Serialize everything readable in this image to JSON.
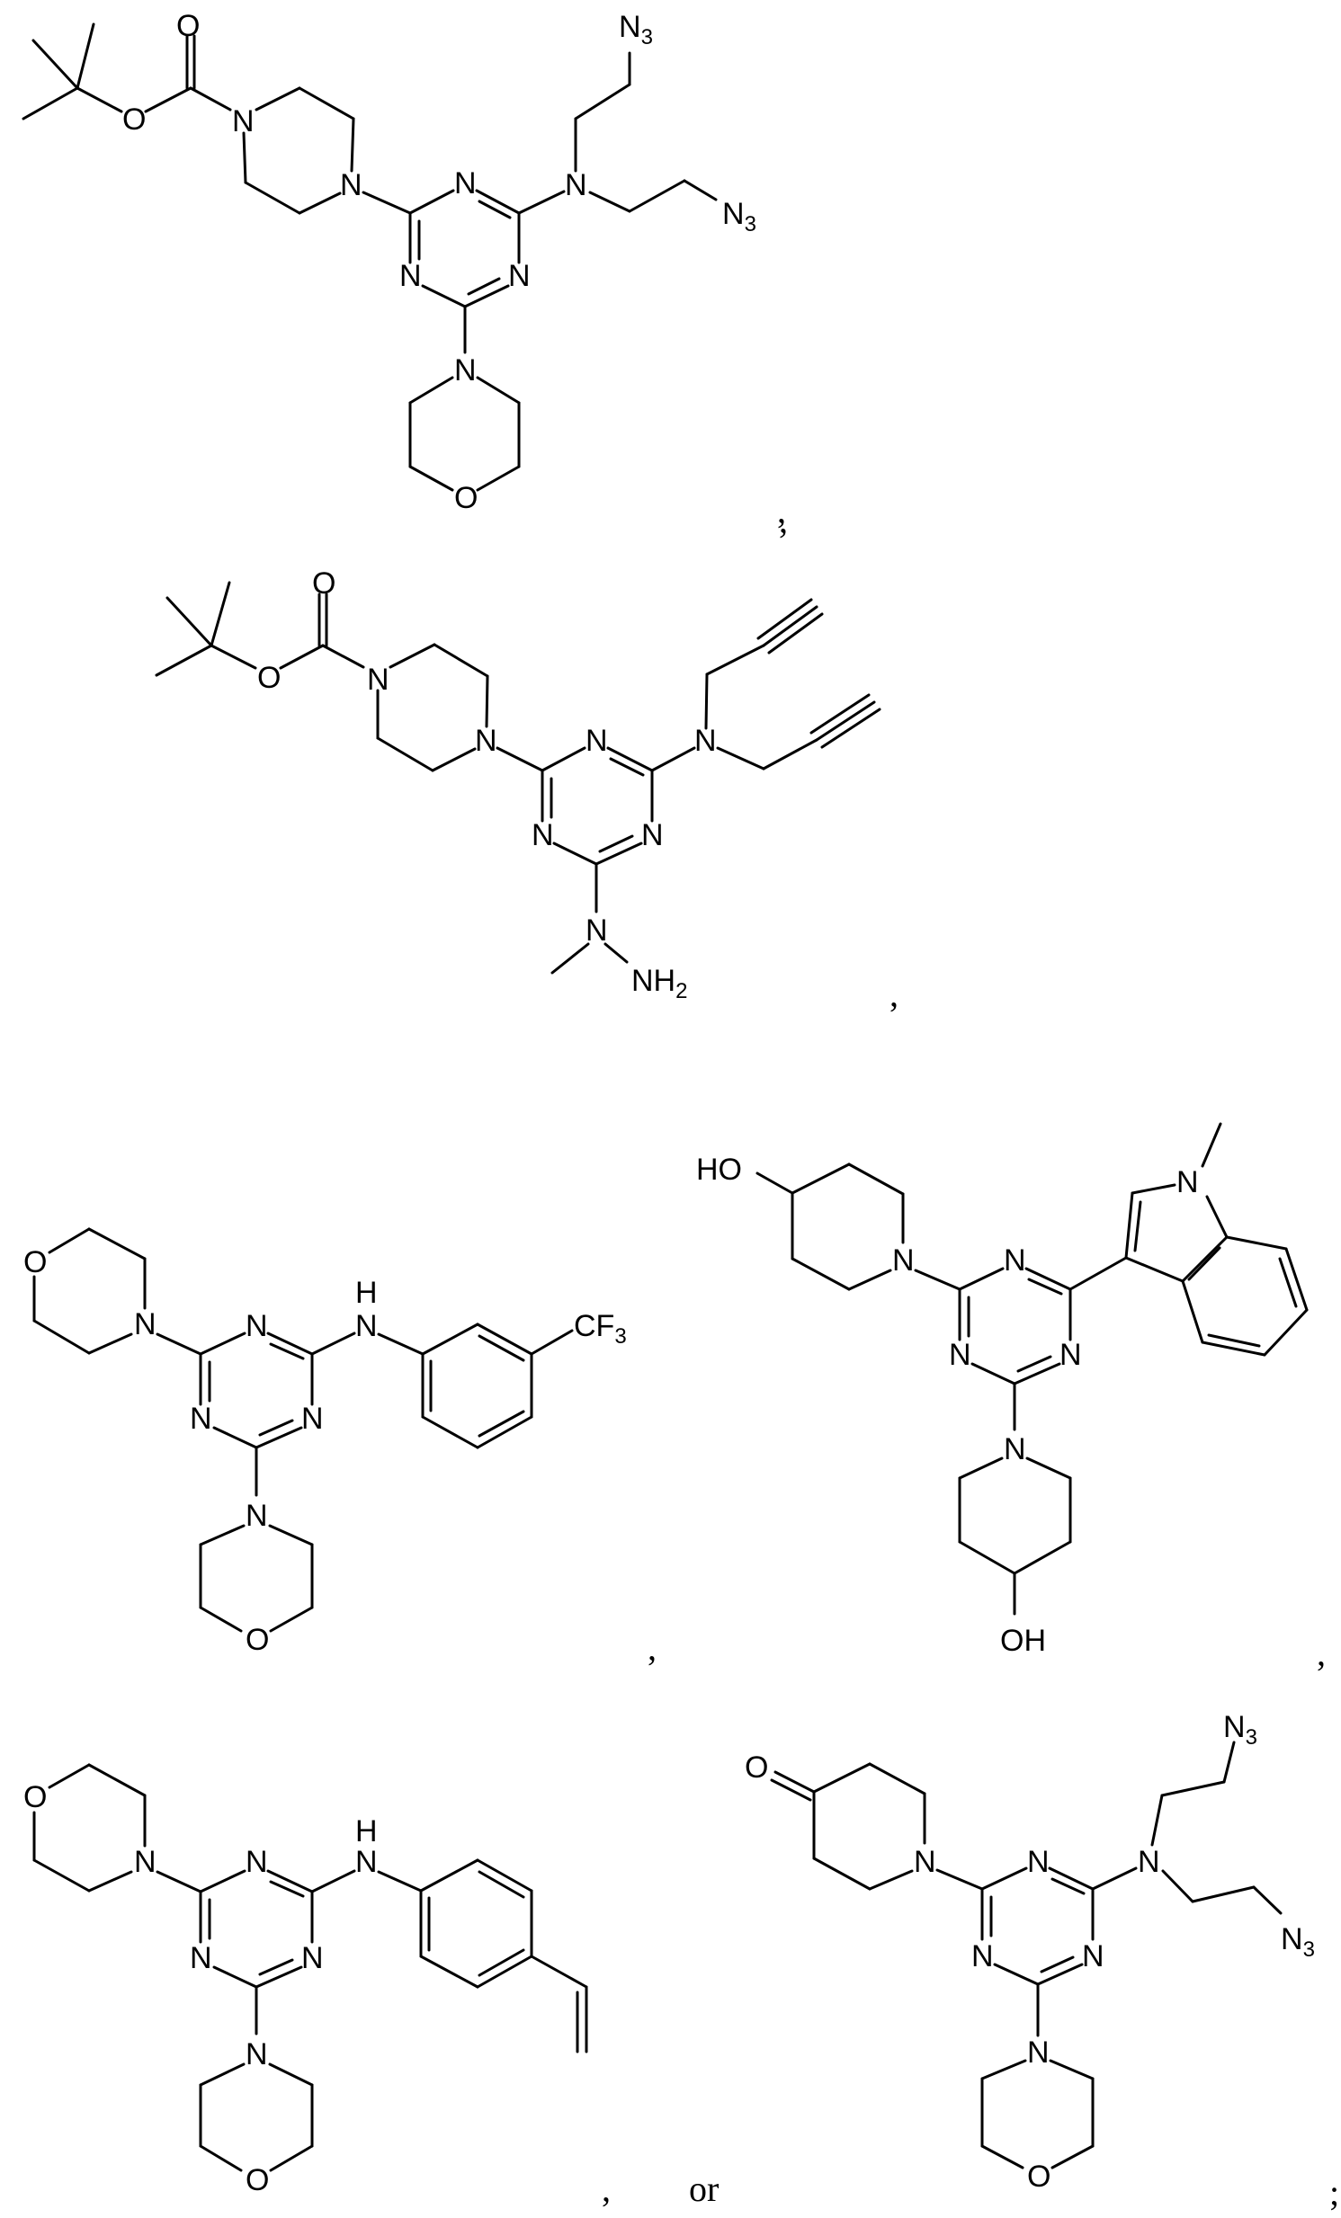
{
  "page": {
    "title": "Triazine compound structures",
    "type": "patent chemical structure listing"
  },
  "structures": [
    {
      "id": 1,
      "name": "tert-butyl 4-(4-(bis(2-azidoethyl)amino)-6-morpholino-1,3,5-triazin-2-yl)piperazine-1-carboxylate",
      "atom_labels": {
        "o_carbonyl": "O",
        "o_ester": "O",
        "n_pip1": "N",
        "n_pip4": "N",
        "n_tri_a": "N",
        "n_tri_b": "N",
        "n_tri_c": "N",
        "n_amine": "N",
        "azide1": "N",
        "azide1_sub": "3",
        "azide2": "N",
        "azide2_sub": "3",
        "n_morph": "N",
        "o_morph": "O"
      },
      "separator": ","
    },
    {
      "id": 2,
      "name": "tert-butyl 4-(4-(di(prop-2-yn-1-yl)amino)-6-(1-methylhydrazinyl)-1,3,5-triazin-2-yl)piperazine-1-carboxylate",
      "atom_labels": {
        "o_carbonyl": "O",
        "o_ester": "O",
        "n_pip1": "N",
        "n_pip4": "N",
        "n_tri_a": "N",
        "n_tri_b": "N",
        "n_tri_c": "N",
        "n_amine": "N",
        "n_hydrazine": "N",
        "nh2": "NH",
        "nh2_sub": "2"
      },
      "separator": ","
    },
    {
      "id": 3,
      "name": "4,6-dimorpholino-N-(3-(trifluoromethyl)phenyl)-1,3,5-triazin-2-amine",
      "atom_labels": {
        "o_morph1": "O",
        "n_morph1": "N",
        "n_tri_a": "N",
        "n_tri_b": "N",
        "n_tri_c": "N",
        "nh_n": "N",
        "nh_h": "H",
        "cf3": "CF",
        "cf3_sub": "3",
        "n_morph2": "N",
        "o_morph2": "O"
      },
      "separator": ","
    },
    {
      "id": 4,
      "name": "1,1'-(6-(1-methyl-1H-indol-3-yl)-1,3,5-triazine-2,4-diyl)bis(piperidin-4-ol)",
      "atom_labels": {
        "ho": "HO",
        "n_pip1": "N",
        "n_tri_a": "N",
        "n_tri_b": "N",
        "n_tri_c": "N",
        "n_indole": "N",
        "n_pip2": "N",
        "oh": "OH"
      },
      "separator": ","
    },
    {
      "id": 5,
      "name": "4,6-dimorpholino-N-(4-vinylphenyl)-1,3,5-triazin-2-amine",
      "atom_labels": {
        "o_morph1": "O",
        "n_morph1": "N",
        "n_tri_a": "N",
        "n_tri_b": "N",
        "n_tri_c": "N",
        "nh_n": "N",
        "nh_h": "H",
        "n_morph2": "N",
        "o_morph2": "O"
      },
      "separator": ","
    },
    {
      "id": 6,
      "name": "1-(4-(bis(2-azidoethyl)amino)-6-morpholino-1,3,5-triazin-2-yl)piperidin-4-one",
      "atom_labels": {
        "o_ketone": "O",
        "n_pip": "N",
        "n_tri_a": "N",
        "n_tri_b": "N",
        "n_tri_c": "N",
        "n_amine": "N",
        "azide1": "N",
        "azide1_sub": "3",
        "azide2": "N",
        "azide2_sub": "3",
        "n_morph": "N",
        "o_morph": "O"
      },
      "separator": ";"
    }
  ],
  "separators": {
    "s1": ",",
    "s2a": ",",
    "s2b": ",",
    "s3": ",",
    "s4": ",",
    "s5": ",",
    "conjunction": "or",
    "final": ";"
  }
}
